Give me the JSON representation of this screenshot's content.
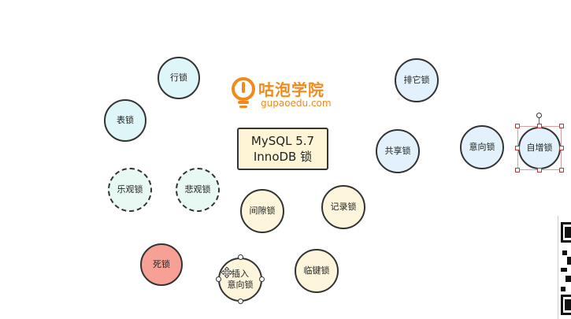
{
  "logo": {
    "name": "咕泡学院",
    "url": "gupaoedu.com"
  },
  "center": {
    "line1": "MySQL 5.7",
    "line2": "InnoDB 锁"
  },
  "nodes": {
    "row_lock": "行锁",
    "table_lock": "表锁",
    "optimistic_lock": "乐观锁",
    "pessimistic_lock": "悲观锁",
    "deadlock": "死锁",
    "insert_intention_line1": "插入",
    "insert_intention_line2": "意向锁",
    "gap_lock": "间隙锁",
    "record_lock": "记录锁",
    "next_key_lock": "临键锁",
    "exclusive_lock": "排它锁",
    "shared_lock": "共享锁",
    "intention_lock": "意向锁",
    "auto_inc_lock": "自增锁"
  },
  "colors": {
    "cyan_fill": "#dff6f8",
    "blue_fill": "#e2f1fb",
    "yellow_fill": "#fdf6dc",
    "red_fill": "#f7a096",
    "brand_orange": "#f08a1c"
  }
}
